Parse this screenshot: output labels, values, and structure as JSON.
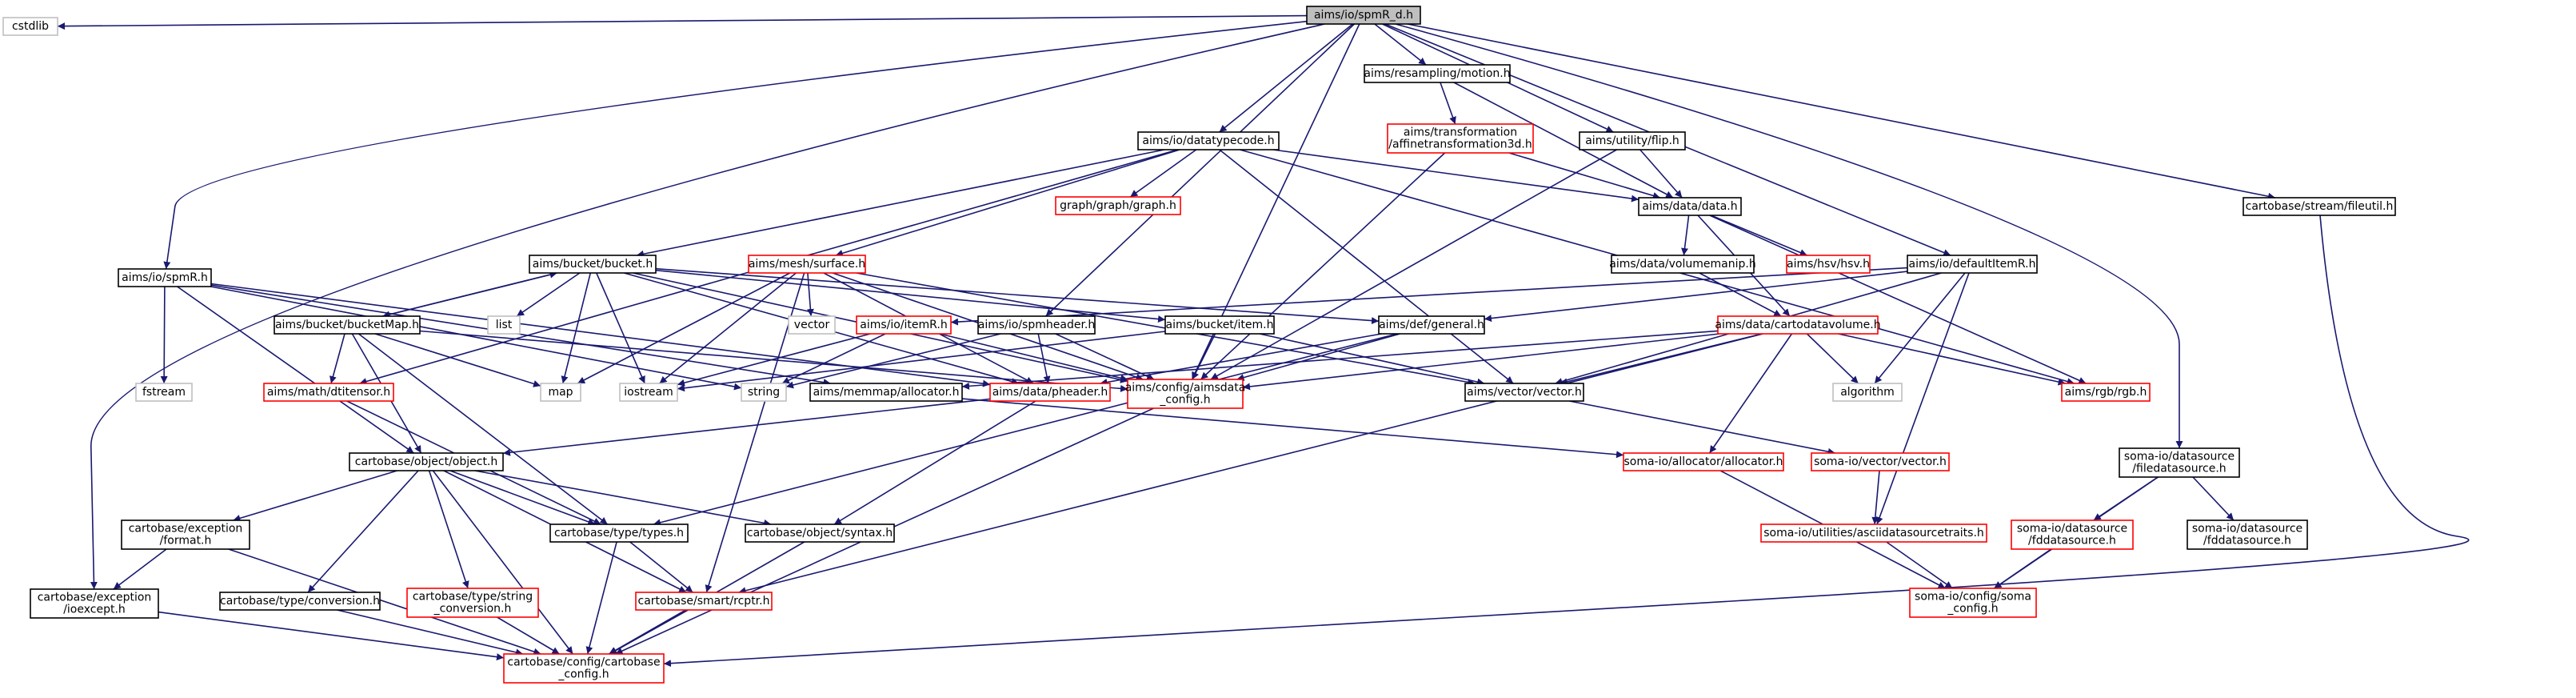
{
  "diagram": {
    "colors": {
      "edge": "#191970",
      "black_border": "#000000",
      "red_border": "#ff0000",
      "gray_border": "#bfbfbf",
      "root_fill": "#bfbfbf"
    },
    "nodes": [
      {
        "id": "root",
        "lines": [
          "aims/io/spmR_d.h"
        ],
        "style": "root"
      },
      {
        "id": "cstdlib",
        "lines": [
          "cstdlib"
        ],
        "style": "gray"
      },
      {
        "id": "motion",
        "lines": [
          "aims/resampling/motion.h"
        ],
        "style": "black"
      },
      {
        "id": "fileutil",
        "lines": [
          "cartobase/stream/fileutil.h"
        ],
        "style": "black"
      },
      {
        "id": "affine",
        "lines": [
          "aims/transformation",
          "/affinetransformation3d.h"
        ],
        "style": "red"
      },
      {
        "id": "flip",
        "lines": [
          "aims/utility/flip.h"
        ],
        "style": "black"
      },
      {
        "id": "datatypecode",
        "lines": [
          "aims/io/datatypecode.h"
        ],
        "style": "black"
      },
      {
        "id": "data",
        "lines": [
          "aims/data/data.h"
        ],
        "style": "black"
      },
      {
        "id": "graph",
        "lines": [
          "graph/graph/graph.h"
        ],
        "style": "red"
      },
      {
        "id": "volumemanip",
        "lines": [
          "aims/data/volumemanip.h"
        ],
        "style": "black"
      },
      {
        "id": "hsv",
        "lines": [
          "aims/hsv/hsv.h"
        ],
        "style": "red"
      },
      {
        "id": "defaultItemR",
        "lines": [
          "aims/io/defaultItemR.h"
        ],
        "style": "black"
      },
      {
        "id": "bucket",
        "lines": [
          "aims/bucket/bucket.h"
        ],
        "style": "black"
      },
      {
        "id": "surface",
        "lines": [
          "aims/mesh/surface.h"
        ],
        "style": "red"
      },
      {
        "id": "spmR",
        "lines": [
          "aims/io/spmR.h"
        ],
        "style": "black"
      },
      {
        "id": "bucketMap",
        "lines": [
          "aims/bucket/bucketMap.h"
        ],
        "style": "black"
      },
      {
        "id": "list",
        "lines": [
          "list"
        ],
        "style": "gray"
      },
      {
        "id": "vector",
        "lines": [
          "vector"
        ],
        "style": "gray"
      },
      {
        "id": "itemR",
        "lines": [
          "aims/io/itemR.h"
        ],
        "style": "red"
      },
      {
        "id": "spmheader",
        "lines": [
          "aims/io/spmheader.h"
        ],
        "style": "black"
      },
      {
        "id": "bitem",
        "lines": [
          "aims/bucket/item.h"
        ],
        "style": "black"
      },
      {
        "id": "general",
        "lines": [
          "aims/def/general.h"
        ],
        "style": "black"
      },
      {
        "id": "cartodatavolume",
        "lines": [
          "aims/data/cartodatavolume.h"
        ],
        "style": "red"
      },
      {
        "id": "fstream",
        "lines": [
          "fstream"
        ],
        "style": "gray"
      },
      {
        "id": "dtitensor",
        "lines": [
          "aims/math/dtitensor.h"
        ],
        "style": "red"
      },
      {
        "id": "map",
        "lines": [
          "map"
        ],
        "style": "gray"
      },
      {
        "id": "iostream",
        "lines": [
          "iostream"
        ],
        "style": "gray"
      },
      {
        "id": "string",
        "lines": [
          "string"
        ],
        "style": "gray"
      },
      {
        "id": "allocator",
        "lines": [
          "aims/memmap/allocator.h"
        ],
        "style": "black"
      },
      {
        "id": "pheader",
        "lines": [
          "aims/data/pheader.h"
        ],
        "style": "red"
      },
      {
        "id": "aimsdata",
        "lines": [
          "aims/config/aimsdata",
          "_config.h"
        ],
        "style": "red"
      },
      {
        "id": "vecvector",
        "lines": [
          "aims/vector/vector.h"
        ],
        "style": "black"
      },
      {
        "id": "algorithm",
        "lines": [
          "algorithm"
        ],
        "style": "gray"
      },
      {
        "id": "rgb",
        "lines": [
          "aims/rgb/rgb.h"
        ],
        "style": "red"
      },
      {
        "id": "filedatasource",
        "lines": [
          "soma-io/datasource",
          "/filedatasource.h"
        ],
        "style": "black"
      },
      {
        "id": "object",
        "lines": [
          "cartobase/object/object.h"
        ],
        "style": "black"
      },
      {
        "id": "somaallocator",
        "lines": [
          "soma-io/allocator/allocator.h"
        ],
        "style": "red"
      },
      {
        "id": "somavector",
        "lines": [
          "soma-io/vector/vector.h"
        ],
        "style": "red"
      },
      {
        "id": "excformat",
        "lines": [
          "cartobase/exception",
          "/format.h"
        ],
        "style": "black"
      },
      {
        "id": "types",
        "lines": [
          "cartobase/type/types.h"
        ],
        "style": "black"
      },
      {
        "id": "syntax",
        "lines": [
          "cartobase/object/syntax.h"
        ],
        "style": "black"
      },
      {
        "id": "asciids",
        "lines": [
          "soma-io/utilities/asciidatasourcetraits.h"
        ],
        "style": "red"
      },
      {
        "id": "fdds_red",
        "lines": [
          "soma-io/datasource",
          "/fddatasource.h"
        ],
        "style": "red"
      },
      {
        "id": "fdds_black",
        "lines": [
          "soma-io/datasource",
          "/fddatasource.h"
        ],
        "style": "black"
      },
      {
        "id": "ioexcept",
        "lines": [
          "cartobase/exception",
          "/ioexcept.h"
        ],
        "style": "black"
      },
      {
        "id": "conversion",
        "lines": [
          "cartobase/type/conversion.h"
        ],
        "style": "black"
      },
      {
        "id": "strconv",
        "lines": [
          "cartobase/type/string",
          "_conversion.h"
        ],
        "style": "red"
      },
      {
        "id": "rcptr",
        "lines": [
          "cartobase/smart/rcptr.h"
        ],
        "style": "red"
      },
      {
        "id": "somaconfig",
        "lines": [
          "soma-io/config/soma",
          "_config.h"
        ],
        "style": "red"
      },
      {
        "id": "cartobaseconfig",
        "lines": [
          "cartobase/config/cartobase",
          "_config.h"
        ],
        "style": "red"
      }
    ],
    "edges": [
      [
        "root",
        "cstdlib"
      ],
      [
        "root",
        "motion"
      ],
      [
        "root",
        "fileutil"
      ],
      [
        "root",
        "flip"
      ],
      [
        "root",
        "datatypecode"
      ],
      [
        "root",
        "defaultItemR"
      ],
      [
        "root",
        "spmR"
      ],
      [
        "root",
        "spmheader"
      ],
      [
        "root",
        "filedatasource"
      ],
      [
        "root",
        "aimsdata"
      ],
      [
        "root",
        "ioexcept"
      ],
      [
        "motion",
        "affine"
      ],
      [
        "motion",
        "data"
      ],
      [
        "affine",
        "data"
      ],
      [
        "affine",
        "aimsdata"
      ],
      [
        "flip",
        "data"
      ],
      [
        "flip",
        "aimsdata"
      ],
      [
        "datatypecode",
        "graph"
      ],
      [
        "datatypecode",
        "data"
      ],
      [
        "datatypecode",
        "bucket"
      ],
      [
        "datatypecode",
        "surface"
      ],
      [
        "datatypecode",
        "dtitensor"
      ],
      [
        "datatypecode",
        "rgb"
      ],
      [
        "datatypecode",
        "vecvector"
      ],
      [
        "data",
        "volumemanip"
      ],
      [
        "data",
        "hsv"
      ],
      [
        "data",
        "rgb"
      ],
      [
        "data",
        "cartodatavolume"
      ],
      [
        "volumemanip",
        "cartodatavolume"
      ],
      [
        "defaultItemR",
        "general"
      ],
      [
        "defaultItemR",
        "itemR"
      ],
      [
        "defaultItemR",
        "vecvector"
      ],
      [
        "defaultItemR",
        "algorithm"
      ],
      [
        "defaultItemR",
        "asciids"
      ],
      [
        "bucket",
        "bucketMap"
      ],
      [
        "bucket",
        "list"
      ],
      [
        "bucket",
        "map"
      ],
      [
        "bucket",
        "iostream"
      ],
      [
        "bucket",
        "bitem"
      ],
      [
        "bucket",
        "general"
      ],
      [
        "bucket",
        "pheader"
      ],
      [
        "bucket",
        "aimsdata"
      ],
      [
        "bucketMap",
        "bucket"
      ],
      [
        "bucketMap",
        "map"
      ],
      [
        "bucketMap",
        "dtitensor"
      ],
      [
        "bucketMap",
        "object"
      ],
      [
        "bucketMap",
        "types"
      ],
      [
        "bucketMap",
        "aimsdata"
      ],
      [
        "surface",
        "vector"
      ],
      [
        "surface",
        "map"
      ],
      [
        "surface",
        "iostream"
      ],
      [
        "surface",
        "vecvector"
      ],
      [
        "surface",
        "pheader"
      ],
      [
        "surface",
        "aimsdata"
      ],
      [
        "surface",
        "rcptr"
      ],
      [
        "spmR",
        "fstream"
      ],
      [
        "spmR",
        "object"
      ],
      [
        "spmR",
        "string"
      ],
      [
        "spmR",
        "allocator"
      ],
      [
        "spmR",
        "pheader"
      ],
      [
        "itemR",
        "iostream"
      ],
      [
        "itemR",
        "string"
      ],
      [
        "itemR",
        "aimsdata"
      ],
      [
        "spmheader",
        "pheader"
      ],
      [
        "spmheader",
        "string"
      ],
      [
        "spmheader",
        "aimsdata"
      ],
      [
        "bitem",
        "aimsdata"
      ],
      [
        "bitem",
        "vecvector"
      ],
      [
        "bitem",
        "iostream"
      ],
      [
        "general",
        "aimsdata"
      ],
      [
        "general",
        "pheader"
      ],
      [
        "general",
        "types"
      ],
      [
        "cartodatavolume",
        "aimsdata"
      ],
      [
        "cartodatavolume",
        "vecvector"
      ],
      [
        "cartodatavolume",
        "algorithm"
      ],
      [
        "cartodatavolume",
        "rgb"
      ],
      [
        "cartodatavolume",
        "somaallocator"
      ],
      [
        "cartodatavolume",
        "rcptr"
      ],
      [
        "cartodatavolume",
        "allocator"
      ],
      [
        "allocator",
        "somaallocator"
      ],
      [
        "dtitensor",
        "types"
      ],
      [
        "pheader",
        "object"
      ],
      [
        "pheader",
        "syntax"
      ],
      [
        "aimsdata",
        "cartobaseconfig"
      ],
      [
        "vecvector",
        "somavector"
      ],
      [
        "object",
        "excformat"
      ],
      [
        "object",
        "types"
      ],
      [
        "object",
        "syntax"
      ],
      [
        "object",
        "rcptr"
      ],
      [
        "object",
        "conversion"
      ],
      [
        "object",
        "strconv"
      ],
      [
        "object",
        "cartobaseconfig"
      ],
      [
        "somaallocator",
        "somaconfig"
      ],
      [
        "somavector",
        "asciids"
      ],
      [
        "filedatasource",
        "fdds_red"
      ],
      [
        "filedatasource",
        "fdds_black"
      ],
      [
        "filedatasource",
        "somaconfig"
      ],
      [
        "fdds_red",
        "somaconfig"
      ],
      [
        "asciids",
        "somaconfig"
      ],
      [
        "excformat",
        "ioexcept"
      ],
      [
        "excformat",
        "cartobaseconfig"
      ],
      [
        "types",
        "rcptr"
      ],
      [
        "types",
        "cartobaseconfig"
      ],
      [
        "syntax",
        "cartobaseconfig"
      ],
      [
        "rcptr",
        "cartobaseconfig"
      ],
      [
        "conversion",
        "cartobaseconfig"
      ],
      [
        "strconv",
        "cartobaseconfig"
      ],
      [
        "ioexcept",
        "cartobaseconfig"
      ],
      [
        "fileutil",
        "cartobaseconfig"
      ]
    ]
  }
}
